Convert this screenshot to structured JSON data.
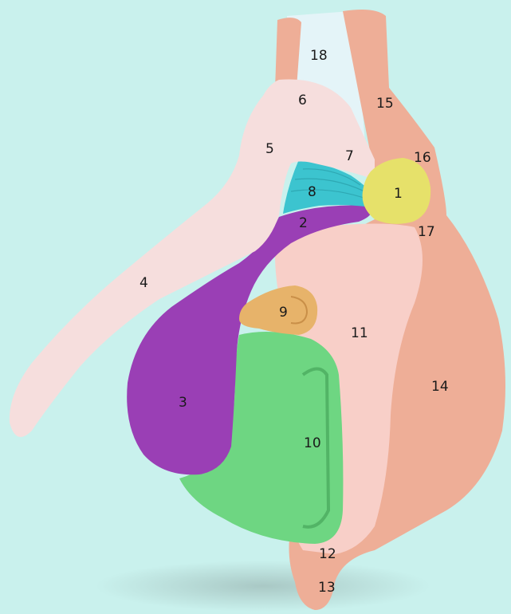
{
  "background": "#c9f1ed",
  "labels": {
    "l1": "1",
    "l2": "2",
    "l3": "3",
    "l4": "4",
    "l5": "5",
    "l6": "6",
    "l7": "7",
    "l8": "8",
    "l9": "9",
    "l10": "10",
    "l11": "11",
    "l12": "12",
    "l13": "13",
    "l14": "14",
    "l15": "15",
    "l16": "16",
    "l17": "17",
    "l18": "18"
  },
  "region_colors": {
    "region_1": "#e6e16a",
    "region_2_3": "#9a3fb5",
    "region_4_5_6_7": "#f6dedd",
    "region_8": "#3cc4cf",
    "region_9": "#e7b36a",
    "region_10": "#6ed682",
    "region_11": "#f8cfc8",
    "region_12_13_14_15_16_17": "#eeae97",
    "region_18": "#e4f4f8"
  }
}
